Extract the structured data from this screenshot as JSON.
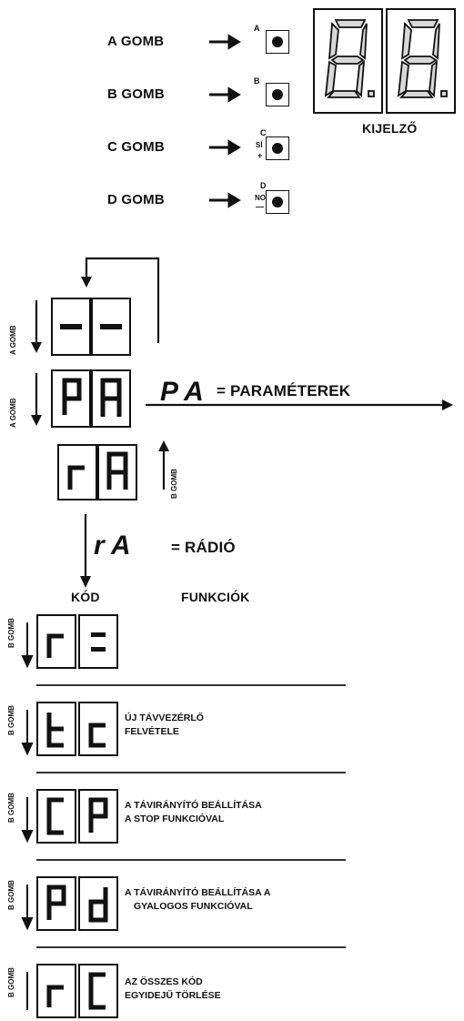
{
  "buttons": {
    "a_label": "A GOMB",
    "b_label": "B GOMB",
    "c_label": "C GOMB",
    "d_label": "D GOMB",
    "a_letter": "A",
    "b_letter": "B",
    "c_letter": "C",
    "c_sub_1": "SÍ",
    "c_sub_2": "+",
    "d_letter": "D",
    "d_sub_1": "NO",
    "d_sub_2": "—"
  },
  "display": {
    "label": "KIJELZŐ"
  },
  "flow": {
    "a_gomb_vertical": "A GOMB",
    "b_gomb_vertical": "B GOMB",
    "pa_symbol": "P A",
    "pa_text": "= PARAMÉTEREK",
    "ra_symbol": "r A",
    "ra_text": "= RÁDIÓ",
    "kod_header": "KÓD",
    "funkciok_header": "FUNKCIÓK"
  },
  "codes": [
    {
      "name": "r-colon",
      "desc_1": "",
      "desc_2": ""
    },
    {
      "name": "t-c",
      "desc_1": "ÚJ TÁVVEZÉRLŐ",
      "desc_2": "FELVÉTELE"
    },
    {
      "name": "C-P",
      "desc_1": "A TÁVIRÁNYÍTÓ BEÁLLÍTÁSA",
      "desc_2": "A STOP FUNKCIÓVAL"
    },
    {
      "name": "P-d",
      "desc_1": "A TÁVIRÁNYÍTÓ BEÁLLÍTÁSA A",
      "desc_2": "GYALOGOS FUNKCIÓVAL"
    },
    {
      "name": "r-C",
      "desc_1": "AZ ÖSSZES KÓD",
      "desc_2": "EGYIDEJŰ TÖRLÉSE"
    }
  ]
}
